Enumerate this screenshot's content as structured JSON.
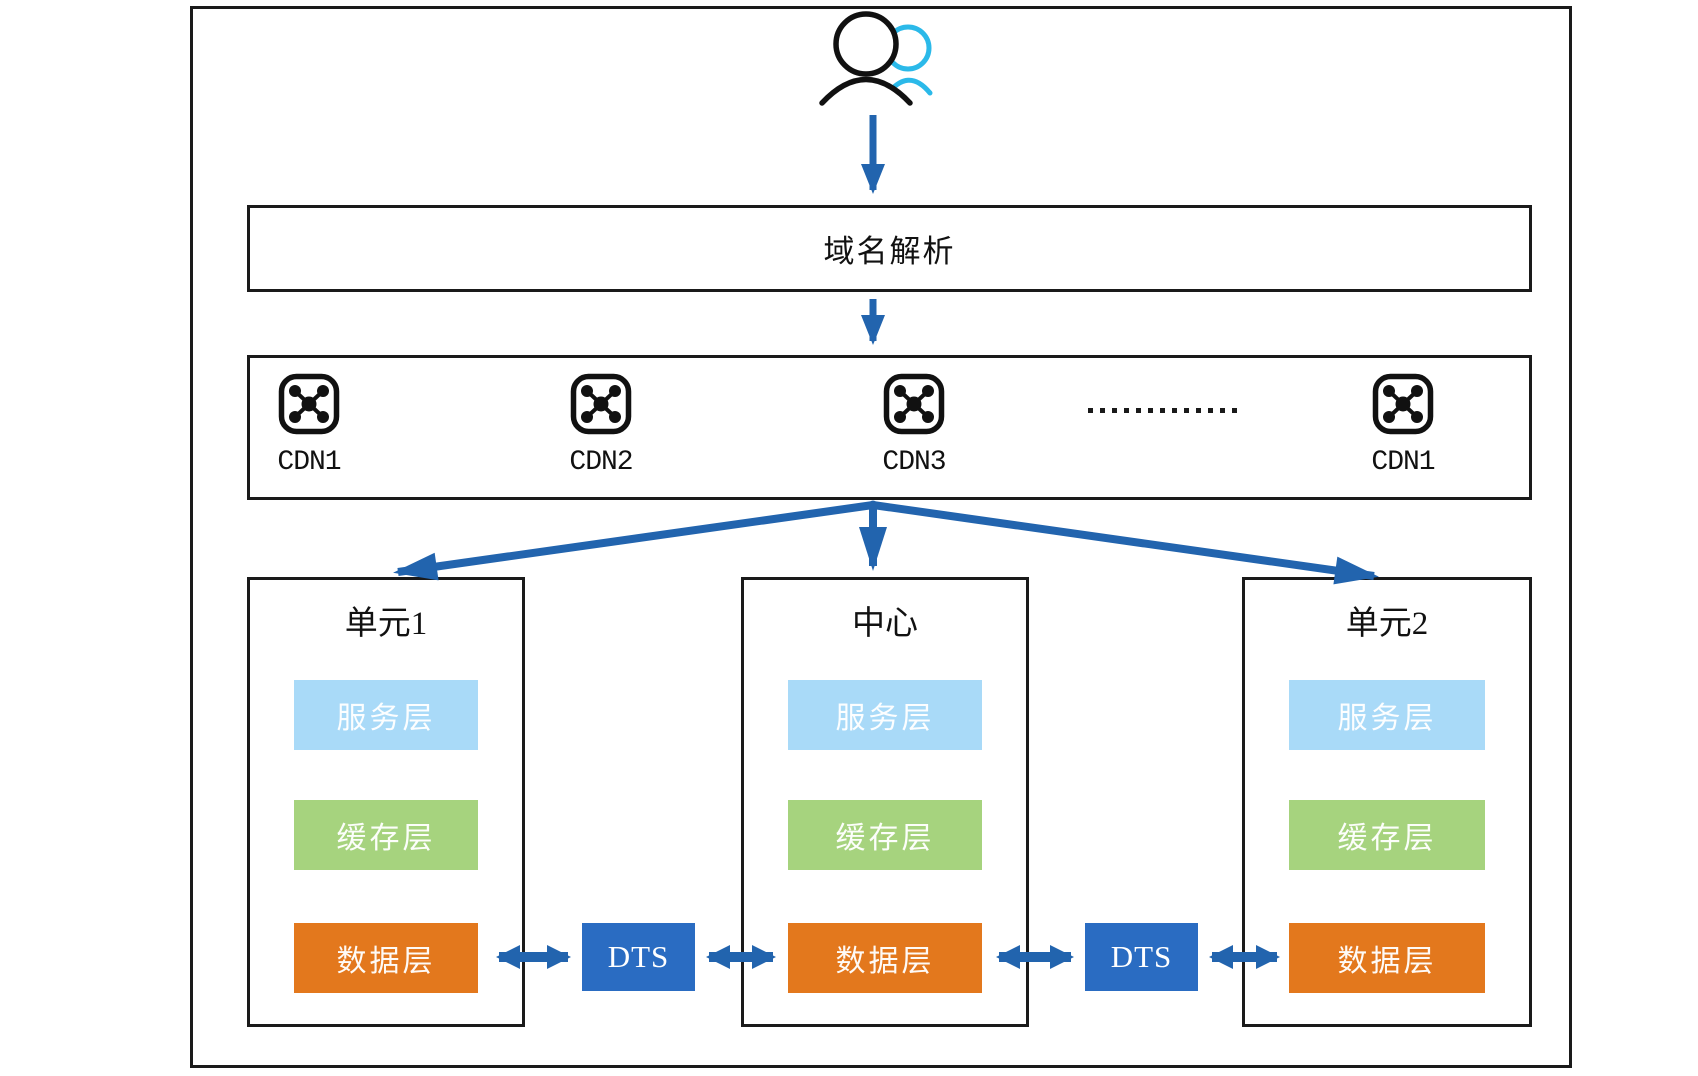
{
  "diagram": {
    "dns_box_label": "域名解析",
    "cdn_nodes": [
      "CDN1",
      "CDN2",
      "CDN3",
      "CDN1"
    ],
    "cdn_ellipsis": "......................",
    "units": [
      {
        "title": "单元1",
        "layers": [
          "服务层",
          "缓存层",
          "数据层"
        ]
      },
      {
        "title": "中心",
        "layers": [
          "服务层",
          "缓存层",
          "数据层"
        ]
      },
      {
        "title": "单元2",
        "layers": [
          "服务层",
          "缓存层",
          "数据层"
        ]
      }
    ],
    "dts_label": "DTS",
    "colors": {
      "service_layer": "#a9daf8",
      "cache_layer": "#a6d37e",
      "data_layer": "#e3781d",
      "dts_blue": "#2a6cc2",
      "arrow_blue": "#2264ae",
      "user_icon_secondary": "#2bb9e9",
      "line_black": "#1a1a1a"
    }
  }
}
